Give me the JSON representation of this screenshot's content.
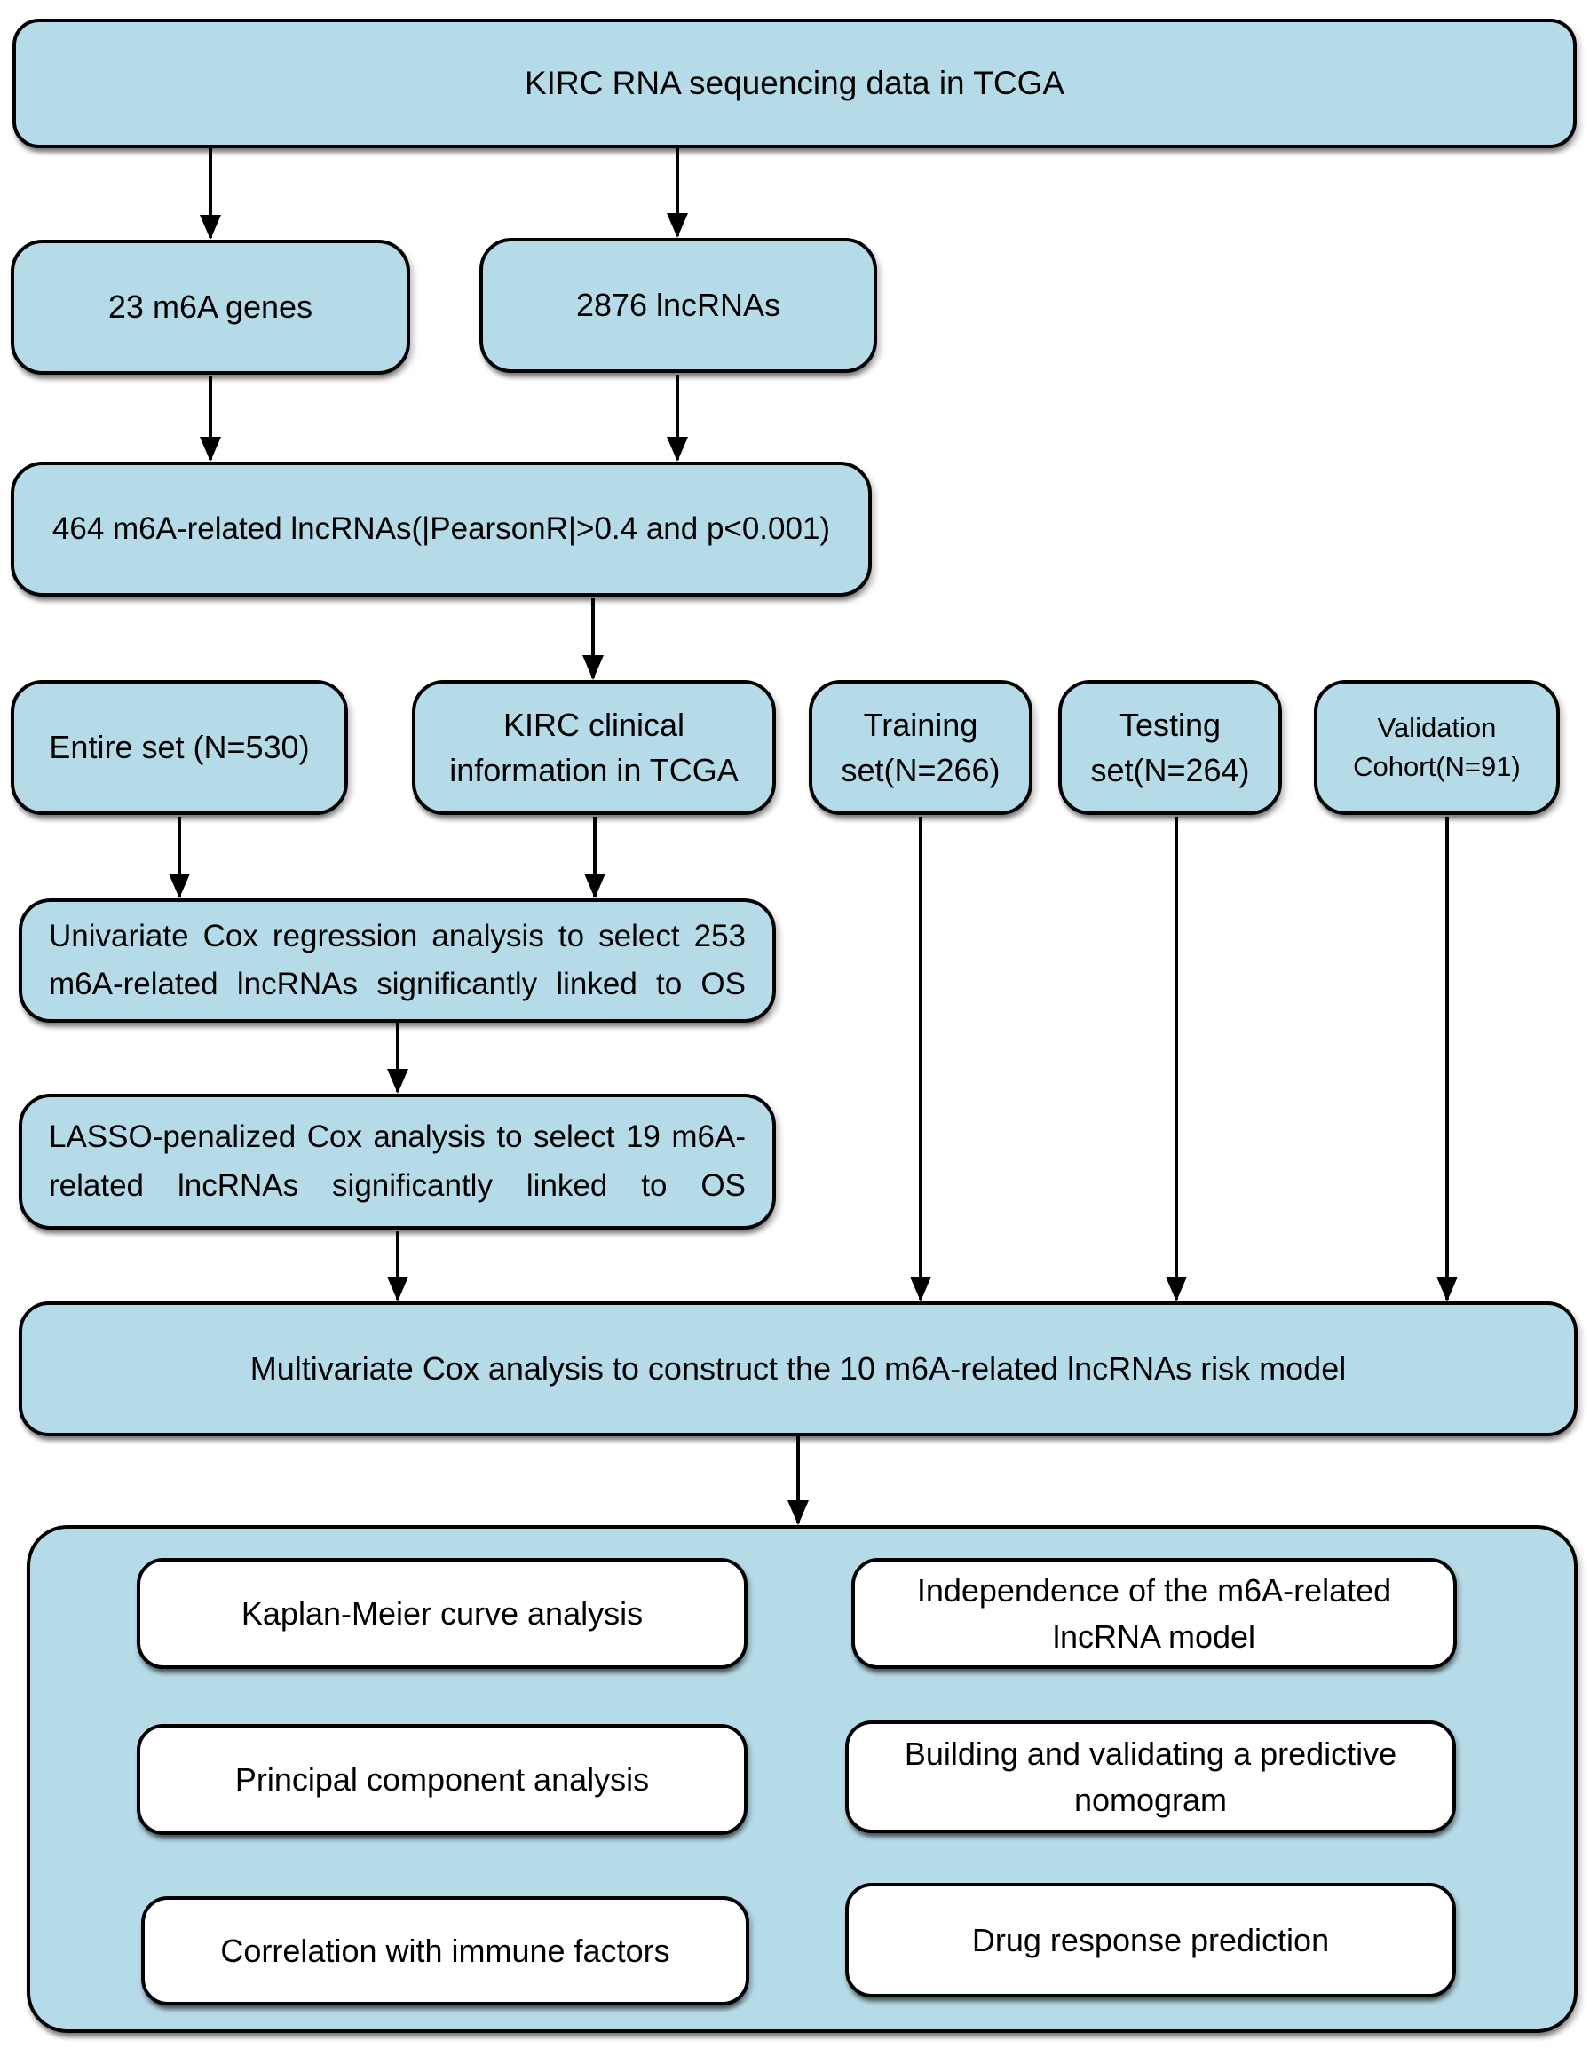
{
  "colors": {
    "box_fill": "#b6dbe8",
    "box_border": "#000000",
    "sub_box_fill": "#ffffff",
    "arrow": "#000000",
    "background": "#ffffff"
  },
  "nodes": {
    "top": {
      "label": "KIRC RNA sequencing data in TCGA"
    },
    "m6a_genes": {
      "label": "23 m6A genes"
    },
    "lncrnas": {
      "label": "2876 lncRNAs"
    },
    "related": {
      "label": "464 m6A-related lncRNAs(|PearsonR|>0.4 and p<0.001)"
    },
    "entire_set": {
      "label": "Entire set (N=530)"
    },
    "kirc_clinical": {
      "label": "KIRC clinical information in TCGA"
    },
    "training": {
      "label": "Training set(N=266)"
    },
    "testing": {
      "label": "Testing set(N=264)"
    },
    "validation": {
      "label": "Validation Cohort(N=91)"
    },
    "univariate": {
      "label": "Univariate Cox regression analysis to select 253 m6A-related lncRNAs significantly linked to OS"
    },
    "lasso": {
      "label": "LASSO-penalized Cox analysis to select 19 m6A-related lncRNAs significantly linked to OS"
    },
    "multivariate": {
      "label": "Multivariate Cox analysis to construct the 10 m6A-related lncRNAs risk model"
    },
    "kaplan_meier": {
      "label": "Kaplan-Meier curve analysis"
    },
    "independence": {
      "label": "Independence of the m6A-related lncRNA model"
    },
    "pca": {
      "label": "Principal component analysis"
    },
    "nomogram": {
      "label": "Building and validating a predictive nomogram"
    },
    "immune": {
      "label": "Correlation with immune factors"
    },
    "drug": {
      "label": "Drug response prediction"
    }
  }
}
